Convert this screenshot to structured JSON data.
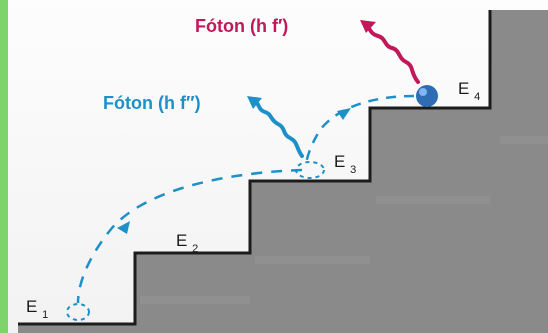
{
  "diagram": {
    "photon_top_label": "Fóton (h f′)",
    "photon_mid_label": "Fóton (h f′′)",
    "levels": [
      {
        "name": "E",
        "sub": "1"
      },
      {
        "name": "E",
        "sub": "2"
      },
      {
        "name": "E",
        "sub": "3"
      },
      {
        "name": "E",
        "sub": "4"
      }
    ],
    "colors": {
      "photon_top": "#c2185b",
      "photon_mid": "#1e90c8",
      "dash": "#1e90c8",
      "stairs": "#888888",
      "ball": "#2e6db4",
      "frame": "#7dd46a"
    }
  }
}
